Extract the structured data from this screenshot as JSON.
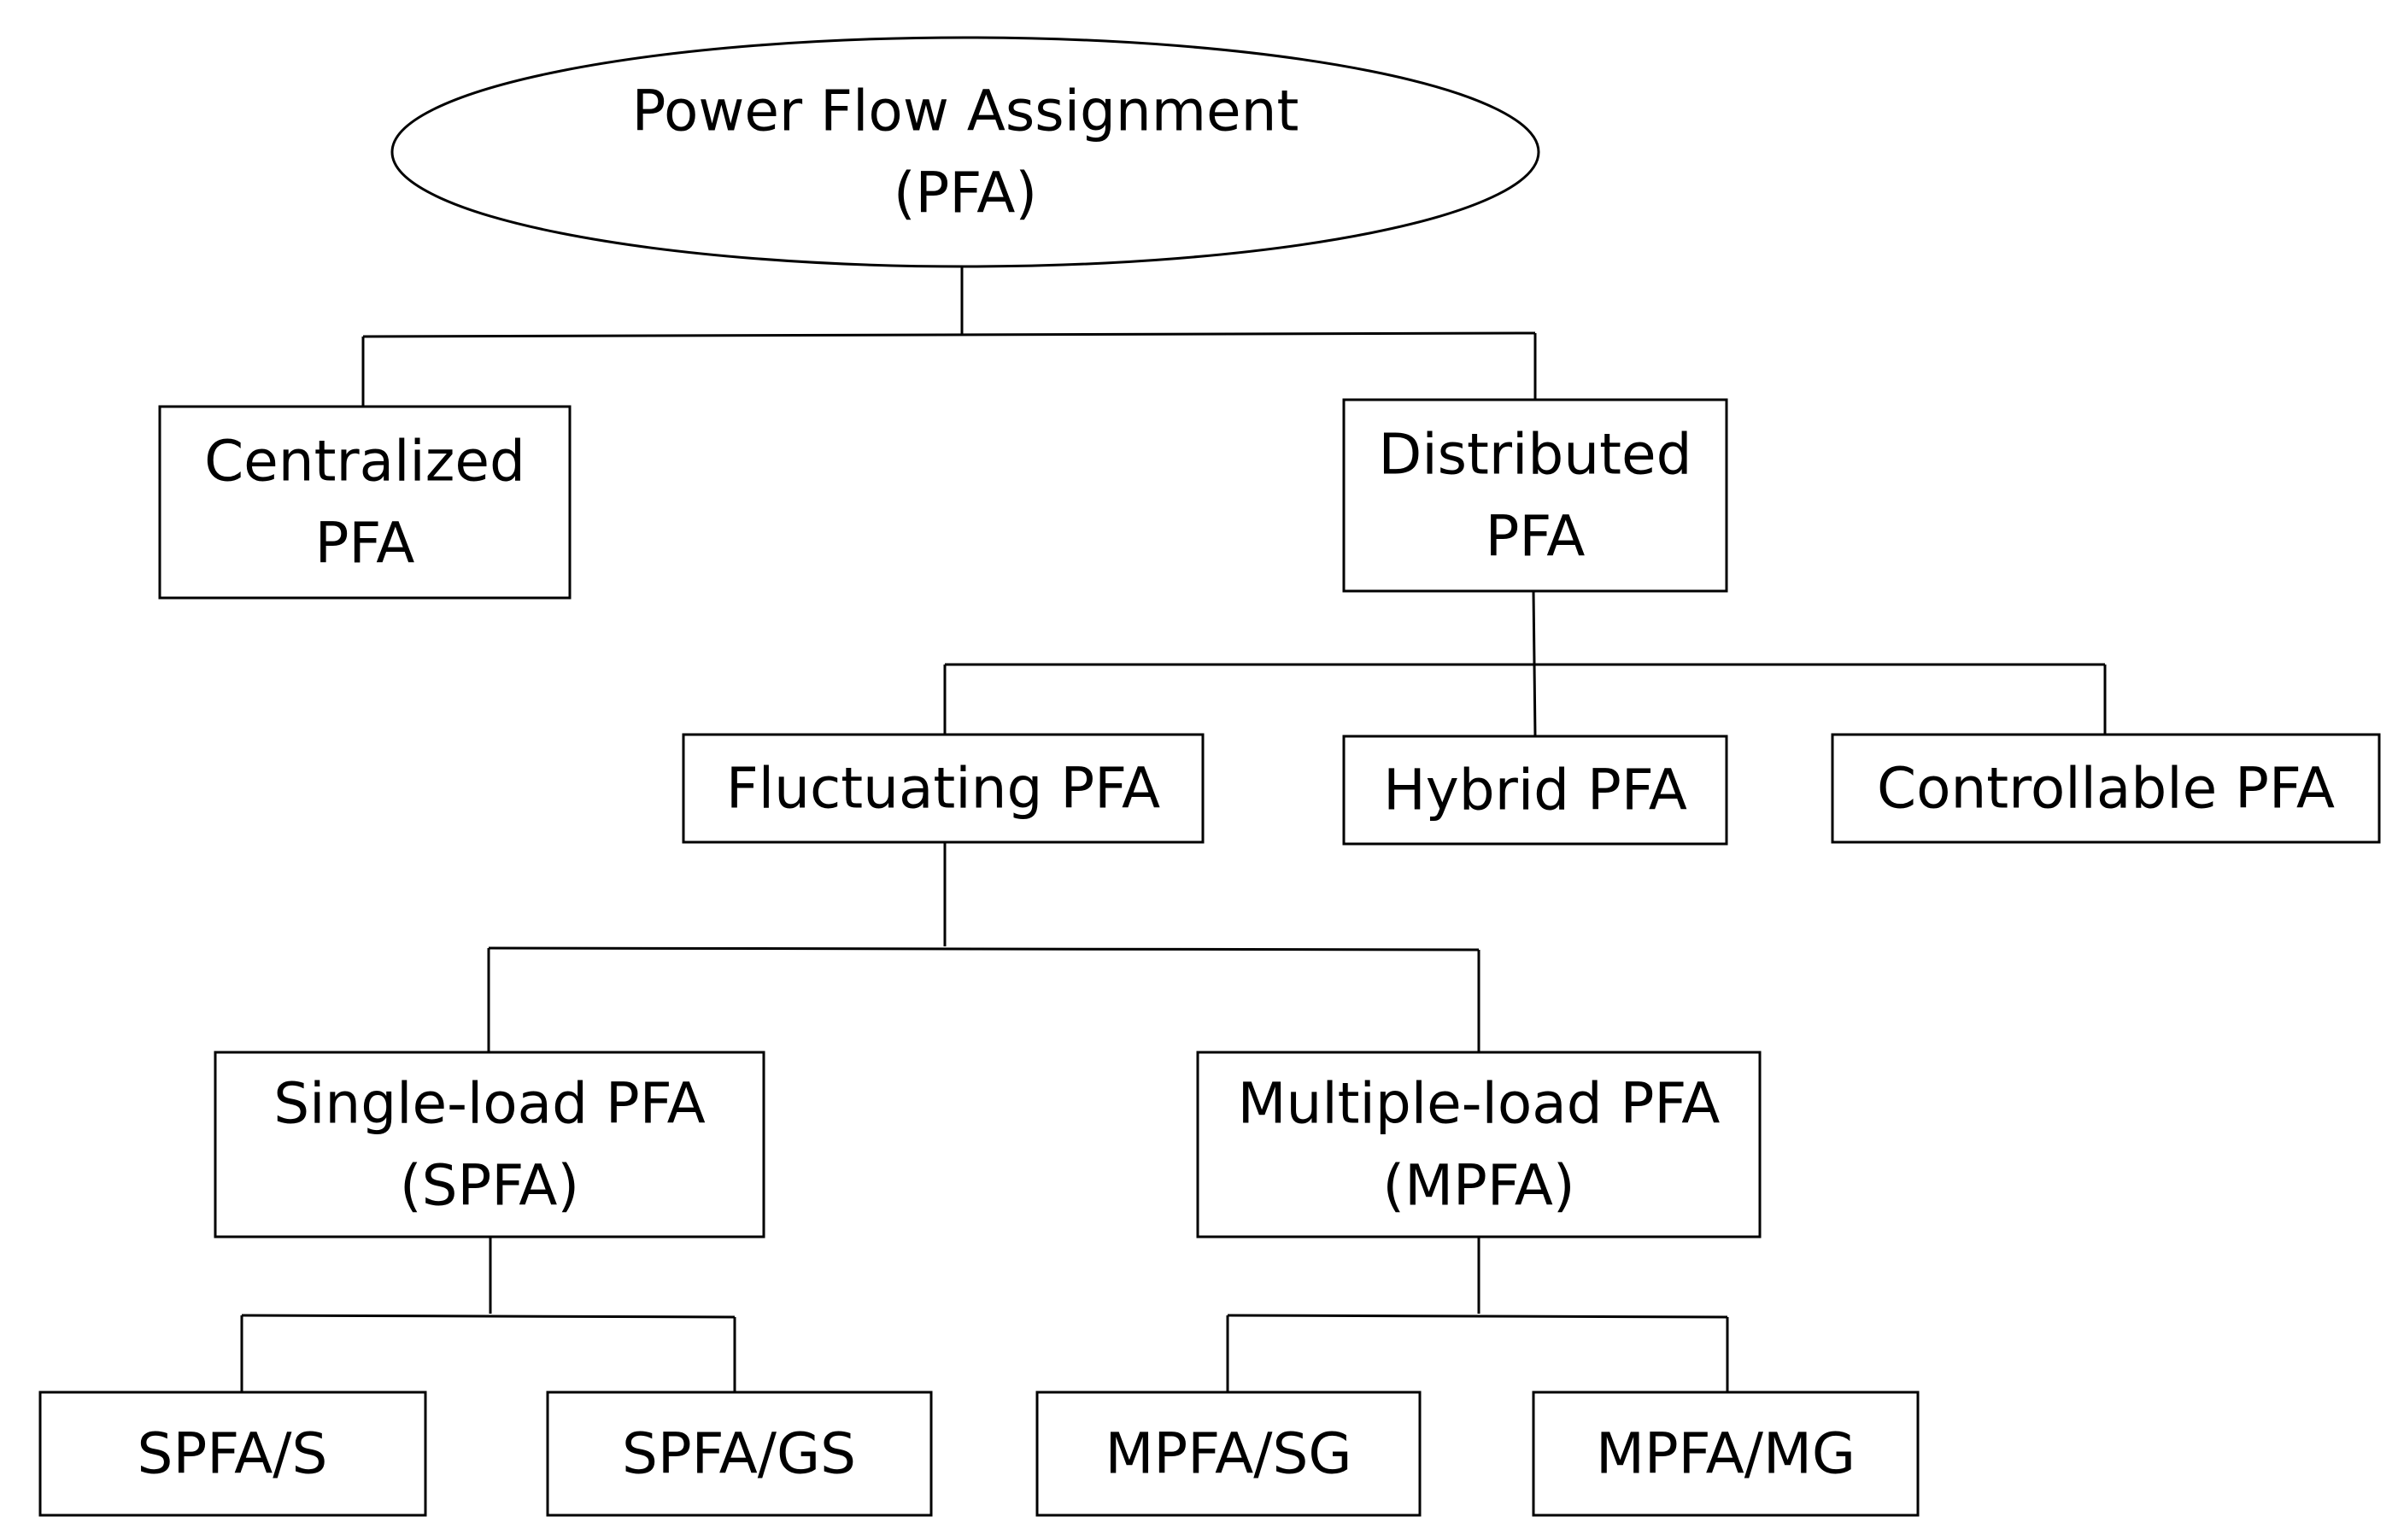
{
  "diagram": {
    "type": "hierarchy-tree",
    "colors": {
      "stroke": "#000000",
      "fill": "#ffffff",
      "text": "#000000"
    },
    "nodes": {
      "root": {
        "shape": "ellipse",
        "lines": [
          "Power Flow Assignment",
          "(PFA)"
        ]
      },
      "centralized": {
        "shape": "box",
        "lines": [
          "Centralized",
          "PFA"
        ]
      },
      "distributed": {
        "shape": "box",
        "lines": [
          "Distributed",
          "PFA"
        ]
      },
      "fluctuating": {
        "shape": "box",
        "lines": [
          "Fluctuating PFA"
        ]
      },
      "hybrid": {
        "shape": "box",
        "lines": [
          "Hybrid PFA"
        ]
      },
      "controllable": {
        "shape": "box",
        "lines": [
          "Controllable PFA"
        ]
      },
      "single_load": {
        "shape": "box",
        "lines": [
          "Single-load PFA",
          "(SPFA)"
        ]
      },
      "multiple_load": {
        "shape": "box",
        "lines": [
          "Multiple-load PFA",
          "(MPFA)"
        ]
      },
      "spfa_s": {
        "shape": "box",
        "lines": [
          "SPFA/S"
        ]
      },
      "spfa_gs": {
        "shape": "box",
        "lines": [
          "SPFA/GS"
        ]
      },
      "mpfa_sg": {
        "shape": "box",
        "lines": [
          "MPFA/SG"
        ]
      },
      "mpfa_mg": {
        "shape": "box",
        "lines": [
          "MPFA/MG"
        ]
      }
    },
    "edges": [
      {
        "from": "root",
        "to": "centralized"
      },
      {
        "from": "root",
        "to": "distributed"
      },
      {
        "from": "distributed",
        "to": "fluctuating"
      },
      {
        "from": "distributed",
        "to": "hybrid"
      },
      {
        "from": "distributed",
        "to": "controllable"
      },
      {
        "from": "fluctuating",
        "to": "single_load"
      },
      {
        "from": "fluctuating",
        "to": "multiple_load"
      },
      {
        "from": "single_load",
        "to": "spfa_s"
      },
      {
        "from": "single_load",
        "to": "spfa_gs"
      },
      {
        "from": "multiple_load",
        "to": "mpfa_sg"
      },
      {
        "from": "multiple_load",
        "to": "mpfa_mg"
      }
    ]
  }
}
